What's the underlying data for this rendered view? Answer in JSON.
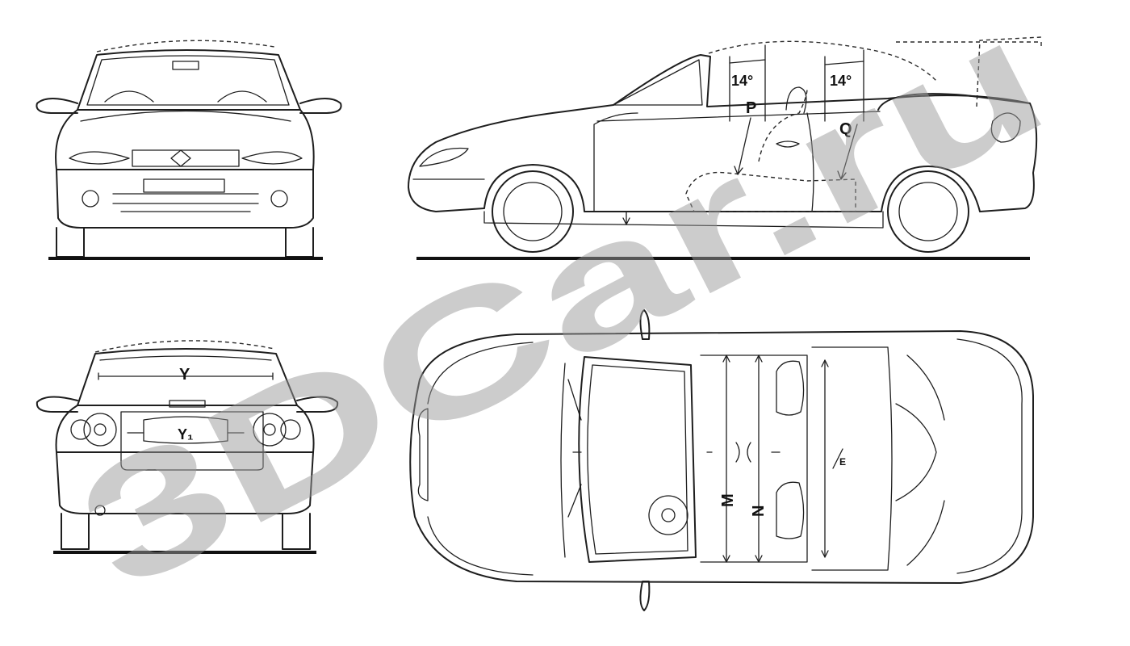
{
  "labels": {
    "angle_front": "14°",
    "angle_rear": "14°",
    "p": "P",
    "q": "Q",
    "y": "Y",
    "y1": "Y₁",
    "m": "M",
    "n": "N",
    "e": "E"
  },
  "watermark": {
    "text": "3DCar.ru"
  }
}
